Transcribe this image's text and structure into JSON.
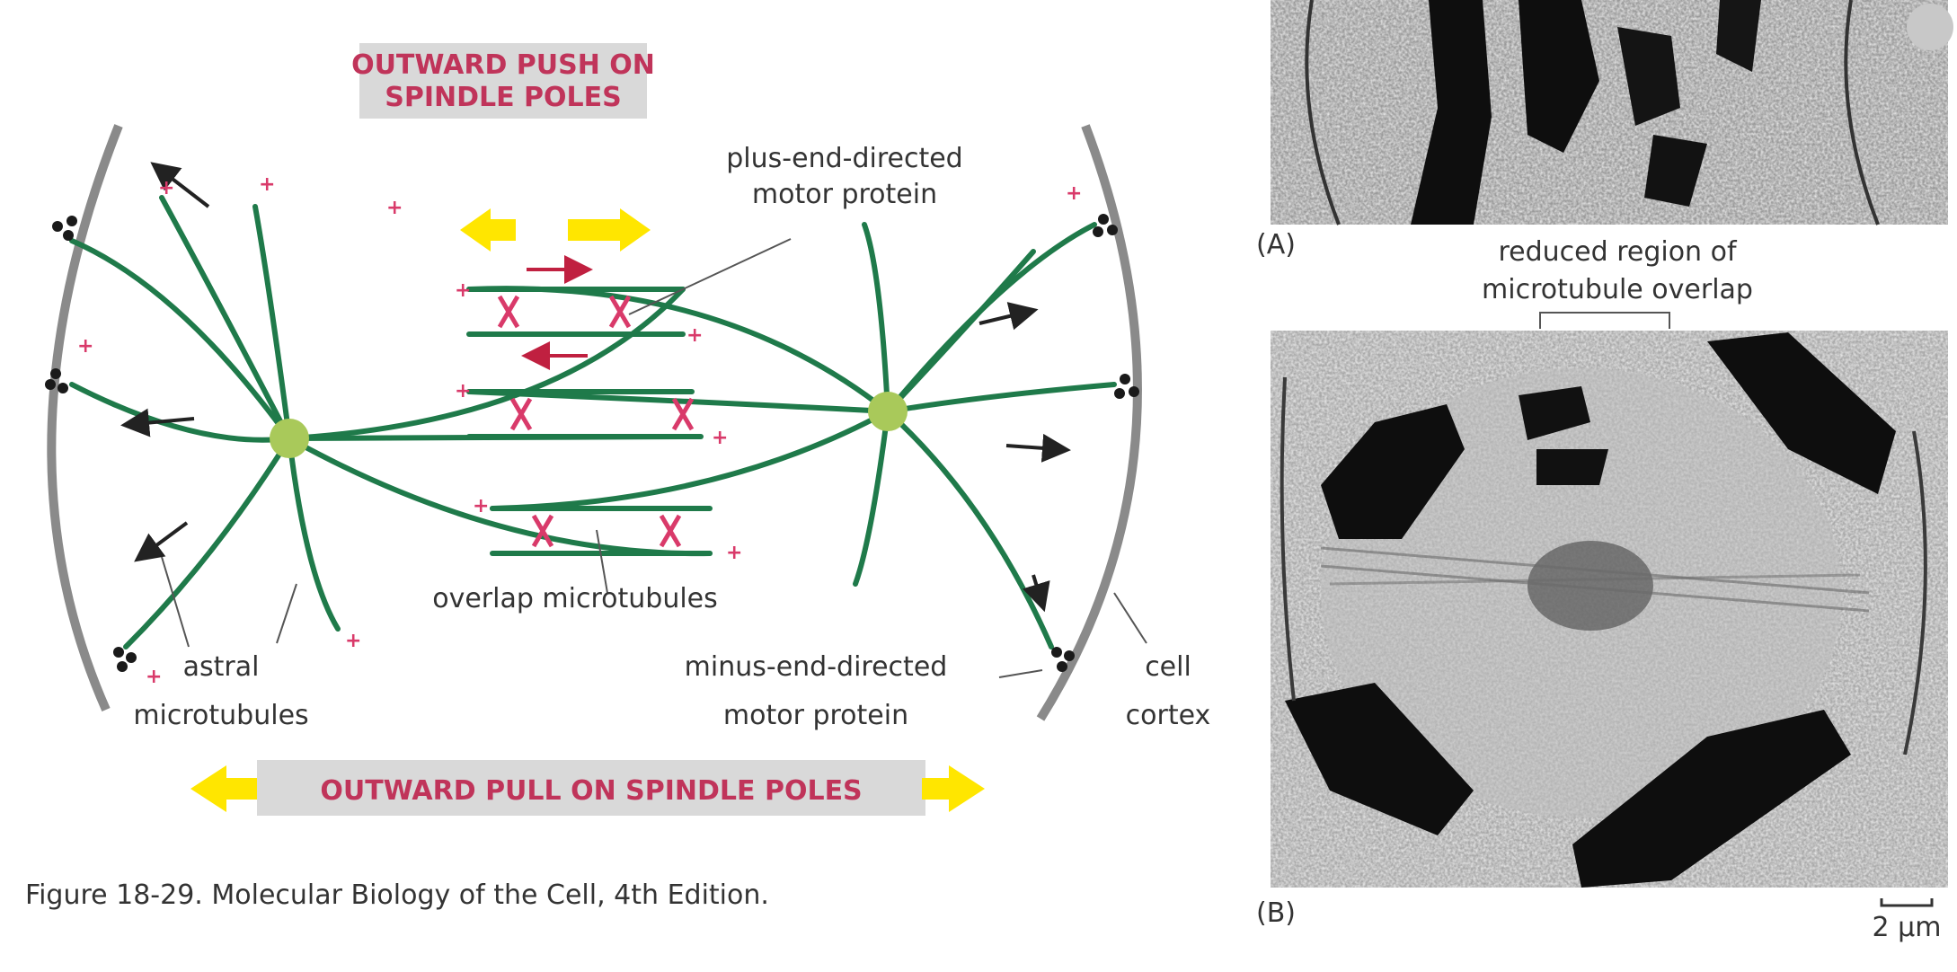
{
  "diagram": {
    "push_heading_line1": "OUTWARD PUSH ON",
    "push_heading_line2": "SPINDLE POLES",
    "pull_heading": "OUTWARD PULL ON SPINDLE POLES",
    "plus_motor_line1": "plus-end-directed",
    "plus_motor_line2": "motor protein",
    "overlap_label": "overlap microtubules",
    "astral_line1": "astral",
    "astral_line2": "microtubules",
    "minus_motor_line1": "minus-end-directed",
    "minus_motor_line2": "motor protein",
    "cortex_line1": "cell",
    "cortex_line2": "cortex",
    "plus_sign": "+",
    "caption": "Figure 18-29. Molecular Biology of the Cell, 4th Edition."
  },
  "micrographs": {
    "panel_a_label": "(A)",
    "reduced_line1": "reduced region of",
    "reduced_line2": "microtubule overlap",
    "panel_b_label": "(B)",
    "scale_label": "2 µm"
  },
  "colors": {
    "microtubule": "#1f7a4a",
    "pole": "#a9c95a",
    "arrow_yellow": "#ffe600",
    "heading_text": "#c0345a",
    "heading_box": "#d9d9d9",
    "motor": "#d93a6a"
  }
}
